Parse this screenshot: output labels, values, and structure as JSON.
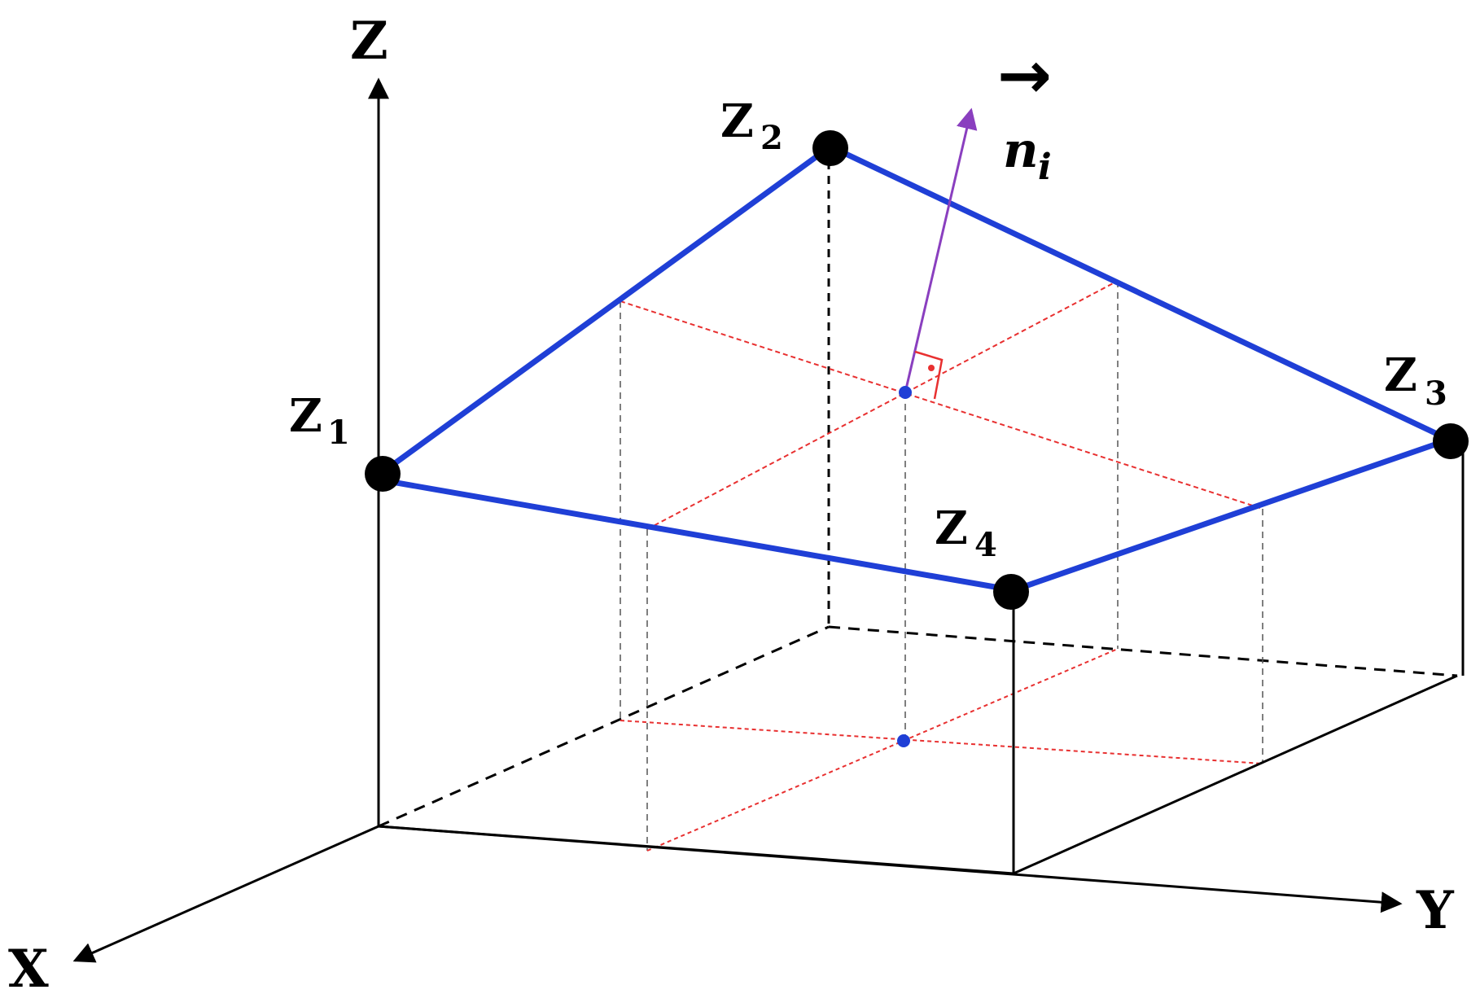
{
  "axes": {
    "x_label": "X",
    "y_label": "Y",
    "z_label": "Z"
  },
  "corners": {
    "z1": {
      "base": "Z",
      "sub": "1"
    },
    "z2": {
      "base": "Z",
      "sub": "2"
    },
    "z3": {
      "base": "Z",
      "sub": "3"
    },
    "z4": {
      "base": "Z",
      "sub": "4"
    }
  },
  "normal": {
    "base": "n",
    "sub": "i",
    "vector_arrow": "→"
  },
  "colors": {
    "patch_edge": "#1f3fd6",
    "grid_line": "#e83030",
    "normal_vector": "#8a3fbf",
    "axis": "#000000",
    "vertex": "#000000",
    "center_point": "#1f3fd6"
  }
}
